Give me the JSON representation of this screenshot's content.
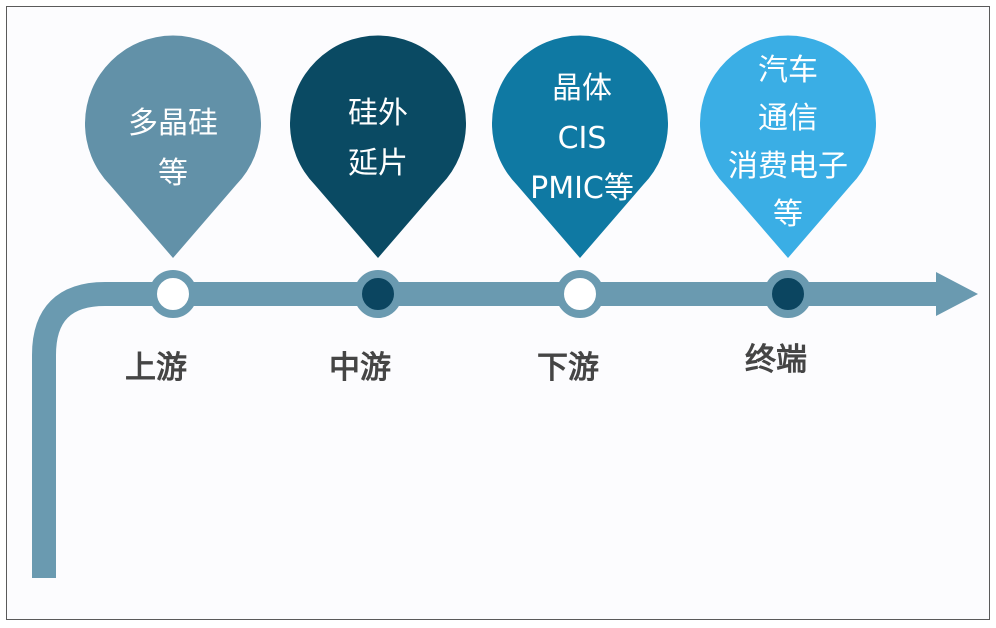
{
  "diagram": {
    "colors": {
      "track": "#6a9ab0",
      "stage_pin_colors": [
        "#6291a8",
        "#0a4a63",
        "#0f79a3",
        "#3aaee5"
      ],
      "node_ring_colors": [
        "#ffffff",
        "#0b4560",
        "#ffffff",
        "#0b4560"
      ],
      "pin_text": "#ffffff",
      "stage_label": "#454545"
    },
    "stages": [
      {
        "stage_label": "上游",
        "lines": [
          "多晶硅",
          "等"
        ]
      },
      {
        "stage_label": "中游",
        "lines": [
          "硅外",
          "延片"
        ]
      },
      {
        "stage_label": "下游",
        "lines": [
          "晶体",
          "CIS",
          "PMIC等"
        ]
      },
      {
        "stage_label": "终端",
        "lines": [
          "汽车",
          "通信",
          "消费电子",
          "等"
        ]
      }
    ]
  }
}
